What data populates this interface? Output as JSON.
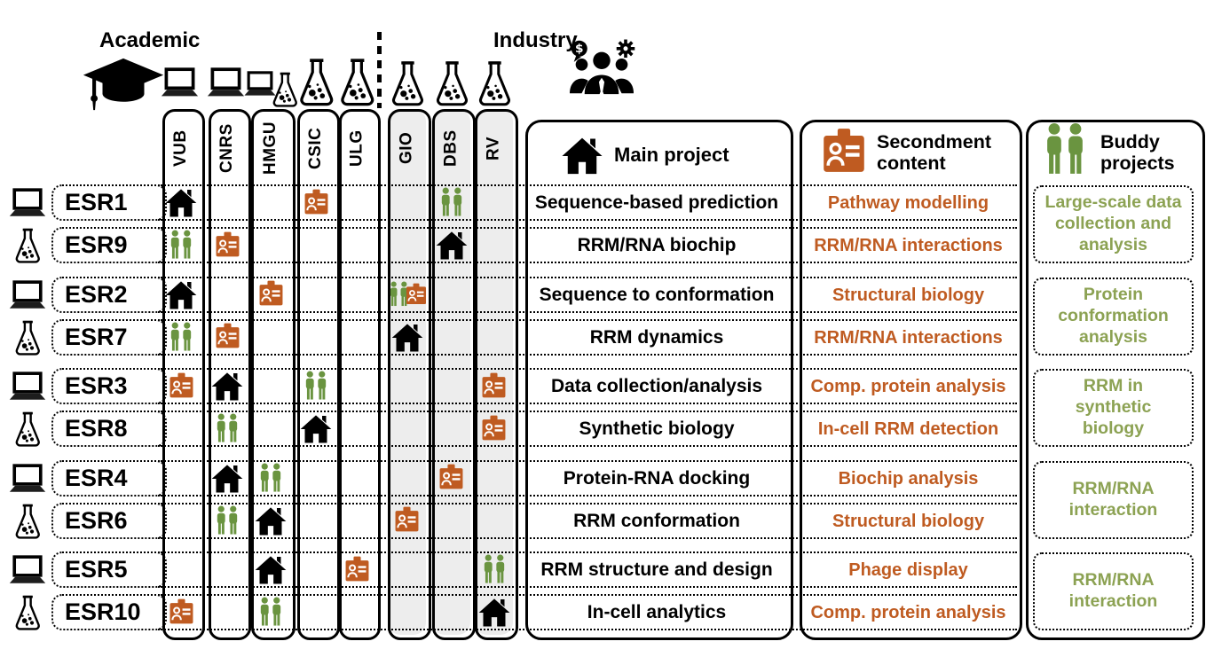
{
  "title_labels": {
    "academic": "Academic",
    "industry": "Industry"
  },
  "legend": {
    "main_project": {
      "icon": "home-icon",
      "label": "Main project"
    },
    "secondment": {
      "icon": "id-badge-icon",
      "label": "Secondment content"
    },
    "buddy": {
      "icon": "buddy-pair-icon",
      "label": "Buddy projects"
    }
  },
  "institutions": [
    {
      "label": "VUB",
      "sector": "academic",
      "discipline_icons": [
        "laptop-icon"
      ]
    },
    {
      "label": "CNRS",
      "sector": "academic",
      "discipline_icons": [
        "laptop-icon"
      ]
    },
    {
      "label": "HMGU",
      "sector": "academic",
      "discipline_icons": [
        "laptop-icon",
        "flask-icon"
      ]
    },
    {
      "label": "CSIC",
      "sector": "academic",
      "discipline_icons": [
        "flask-icon"
      ]
    },
    {
      "label": "ULG",
      "sector": "academic",
      "discipline_icons": [
        "flask-icon"
      ]
    },
    {
      "label": "GIO",
      "sector": "industry",
      "discipline_icons": [
        "flask-icon"
      ]
    },
    {
      "label": "DBS",
      "sector": "industry",
      "discipline_icons": [
        "flask-icon"
      ]
    },
    {
      "label": "RV",
      "sector": "industry",
      "discipline_icons": [
        "flask-icon"
      ]
    }
  ],
  "rows": [
    {
      "esr": "ESR1",
      "kind": "laptop-icon",
      "project": "Sequence-based prediction",
      "secondment": "Pathway modelling",
      "markers": [
        {
          "institution": "VUB",
          "type": "main"
        },
        {
          "institution": "CSIC",
          "type": "secondment"
        },
        {
          "institution": "DBS",
          "type": "buddy"
        }
      ]
    },
    {
      "esr": "ESR9",
      "kind": "flask-icon",
      "project": "RRM/RNA biochip",
      "secondment": "RRM/RNA interactions",
      "markers": [
        {
          "institution": "VUB",
          "type": "buddy"
        },
        {
          "institution": "CNRS",
          "type": "secondment"
        },
        {
          "institution": "DBS",
          "type": "main"
        }
      ]
    },
    {
      "esr": "ESR2",
      "kind": "laptop-icon",
      "project": "Sequence to conformation",
      "secondment": "Structural biology",
      "markers": [
        {
          "institution": "VUB",
          "type": "main"
        },
        {
          "institution": "HMGU",
          "type": "secondment"
        },
        {
          "institution": "GIO",
          "type": "buddy"
        },
        {
          "institution": "GIO",
          "type": "secondment"
        }
      ]
    },
    {
      "esr": "ESR7",
      "kind": "flask-icon",
      "project": "RRM dynamics",
      "secondment": "RRM/RNA interactions",
      "markers": [
        {
          "institution": "VUB",
          "type": "buddy"
        },
        {
          "institution": "CNRS",
          "type": "secondment"
        },
        {
          "institution": "GIO",
          "type": "main"
        }
      ]
    },
    {
      "esr": "ESR3",
      "kind": "laptop-icon",
      "project": "Data collection/analysis",
      "secondment": "Comp. protein analysis",
      "markers": [
        {
          "institution": "VUB",
          "type": "secondment"
        },
        {
          "institution": "CNRS",
          "type": "main"
        },
        {
          "institution": "CSIC",
          "type": "buddy"
        },
        {
          "institution": "RV",
          "type": "secondment"
        }
      ]
    },
    {
      "esr": "ESR8",
      "kind": "flask-icon",
      "project": "Synthetic biology",
      "secondment": "In-cell RRM detection",
      "markers": [
        {
          "institution": "CNRS",
          "type": "buddy"
        },
        {
          "institution": "CSIC",
          "type": "main"
        },
        {
          "institution": "RV",
          "type": "secondment"
        }
      ]
    },
    {
      "esr": "ESR4",
      "kind": "laptop-icon",
      "project": "Protein-RNA docking",
      "secondment": "Biochip analysis",
      "markers": [
        {
          "institution": "CNRS",
          "type": "main"
        },
        {
          "institution": "HMGU",
          "type": "buddy"
        },
        {
          "institution": "DBS",
          "type": "secondment"
        }
      ]
    },
    {
      "esr": "ESR6",
      "kind": "flask-icon",
      "project": "RRM conformation",
      "secondment": "Structural biology",
      "markers": [
        {
          "institution": "CNRS",
          "type": "buddy"
        },
        {
          "institution": "HMGU",
          "type": "main"
        },
        {
          "institution": "GIO",
          "type": "secondment"
        }
      ]
    },
    {
      "esr": "ESR5",
      "kind": "laptop-icon",
      "project": "RRM structure and design",
      "secondment": "Phage display",
      "markers": [
        {
          "institution": "HMGU",
          "type": "main"
        },
        {
          "institution": "ULG",
          "type": "secondment"
        },
        {
          "institution": "RV",
          "type": "buddy"
        }
      ]
    },
    {
      "esr": "ESR10",
      "kind": "flask-icon",
      "project": "In-cell analytics",
      "secondment": "Comp. protein analysis",
      "markers": [
        {
          "institution": "VUB",
          "type": "secondment"
        },
        {
          "institution": "HMGU",
          "type": "buddy"
        },
        {
          "institution": "RV",
          "type": "main"
        }
      ]
    }
  ],
  "buddy_projects": [
    {
      "rows": [
        "ESR1",
        "ESR9"
      ],
      "label": "Large-scale data collection and analysis"
    },
    {
      "rows": [
        "ESR2",
        "ESR7"
      ],
      "label": "Protein conformation analysis"
    },
    {
      "rows": [
        "ESR3",
        "ESR8"
      ],
      "label": "RRM in synthetic biology"
    },
    {
      "rows": [
        "ESR4",
        "ESR6"
      ],
      "label": "RRM/RNA interaction"
    },
    {
      "rows": [
        "ESR5",
        "ESR10"
      ],
      "label": "RRM/RNA interaction"
    }
  ],
  "marker_icon_names": {
    "main": "home-icon",
    "secondment": "id-badge-icon",
    "buddy": "buddy-pair-icon"
  },
  "colors": {
    "secondment_orange": "#bf5b21",
    "buddy_green_icon": "#6a9440",
    "buddy_green_text": "#8ca253",
    "industry_column_bg": "#ededed",
    "black": "#000000"
  }
}
